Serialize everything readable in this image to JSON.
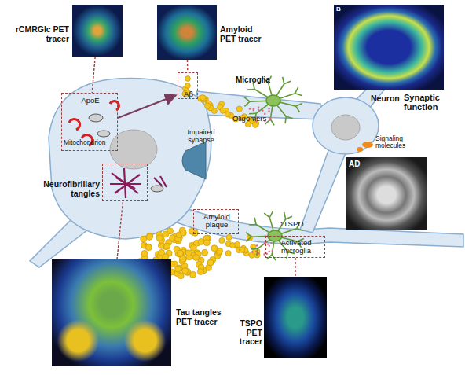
{
  "diagram": {
    "nodes": [
      {
        "text": [
          "rCMRGlc PET tracer"
        ]
      },
      {
        "text": [
          "Amyloid PET tracer"
        ]
      },
      {
        "text": [
          "B"
        ]
      },
      {
        "text": [
          "AD"
        ]
      },
      {
        "text": [
          "Tau tangles PET tracer"
        ]
      },
      {
        "text": [
          "TSPO PET tracer"
        ]
      },
      {
        "text": [
          "ApoE",
          "Mitochondrion"
        ]
      },
      {
        "text": [
          "Aβ"
        ]
      },
      {
        "text": [
          "Neurofibrillary tangles"
        ]
      },
      {
        "text": [
          "Amyloid plaque"
        ]
      },
      {
        "text": [
          "Activated microglia"
        ]
      }
    ],
    "edges": [
      {
        "from": 0,
        "to": 6,
        "arrow": "none"
      },
      {
        "from": 1,
        "to": 7,
        "arrow": "none"
      },
      {
        "from": 4,
        "to": 8,
        "arrow": "none"
      },
      {
        "from": 10,
        "to": 5,
        "arrow": "none"
      }
    ],
    "labels": [
      "Microglia",
      "Oligomers",
      "Impaired synapse",
      "Neuron",
      "Synaptic function",
      "Signaling molecules",
      "↑TSPO"
    ]
  }
}
